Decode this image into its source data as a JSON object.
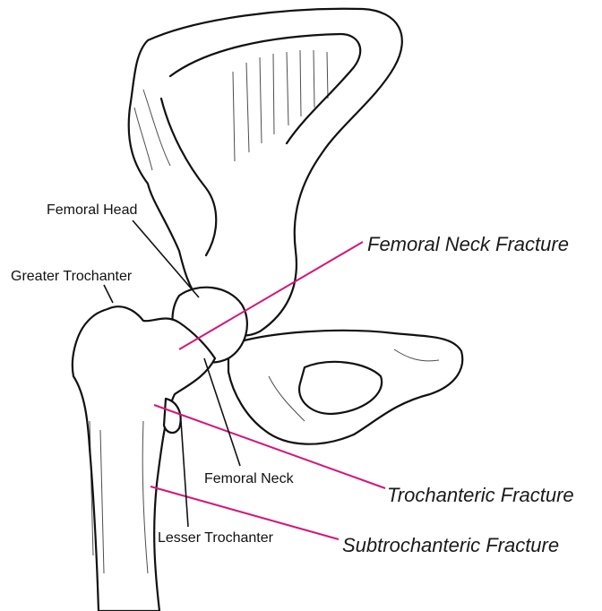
{
  "labels": {
    "femoral_head": "Femoral Head",
    "greater_trochanter": "Greater Trochanter",
    "femoral_neck": "Femoral Neck",
    "lesser_trochanter": "Lesser Trochanter"
  },
  "fractures": {
    "femoral_neck_fracture": "Femoral Neck Fracture",
    "trochanteric_fracture": "Trochanteric Fracture",
    "subtrochanteric_fracture": "Subtrochanteric Fracture"
  },
  "colors": {
    "fracture_line": "#d6157a",
    "leader_line": "#111111",
    "bone_outline": "#111111"
  }
}
